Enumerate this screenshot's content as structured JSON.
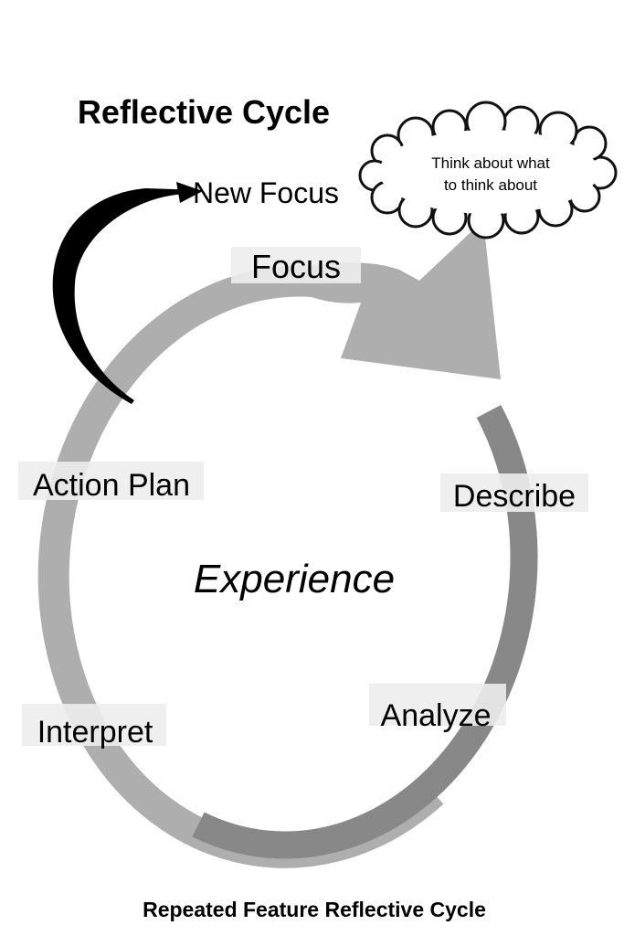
{
  "title": "Reflective Cycle",
  "caption": "Repeated Feature Reflective Cycle",
  "cloud": {
    "line1": "Think about what",
    "line2": "to think about"
  },
  "labels": {
    "new_focus": "New Focus",
    "focus": "Focus",
    "describe": "Describe",
    "analyze": "Analyze",
    "interpret": "Interpret",
    "action_plan": "Action Plan",
    "experience": "Experience"
  },
  "colors": {
    "ring_light": "#aeaeae",
    "ring_dark": "#888888",
    "arrow_black": "#000000",
    "label_strip": "#ededed",
    "cloud_fill": "#ffffff",
    "cloud_outline": "#111111",
    "text": "#000000",
    "background": "#ffffff"
  }
}
